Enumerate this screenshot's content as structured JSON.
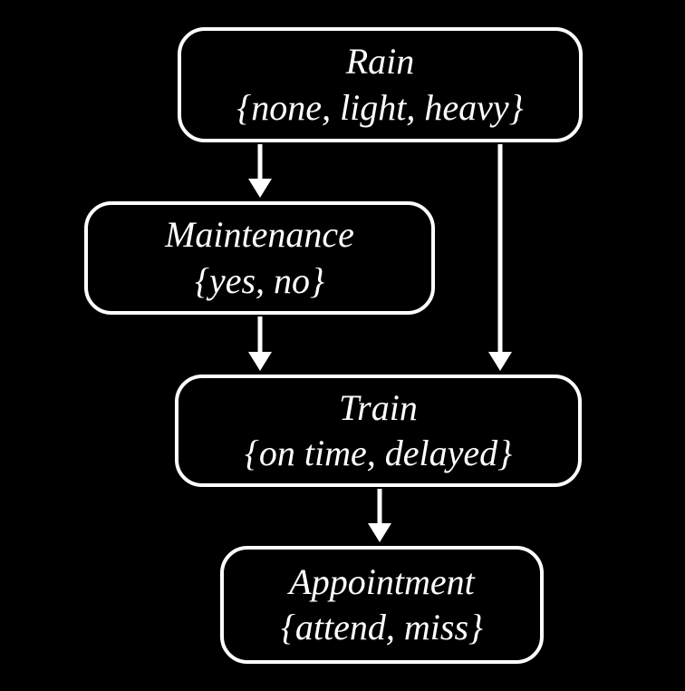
{
  "diagram": {
    "type": "directed-graph",
    "colors": {
      "background": "#000000",
      "node_fill": "#000000",
      "node_border": "#ffffff",
      "text": "#ffffff",
      "arrow": "#ffffff"
    },
    "nodes": [
      {
        "id": "rain",
        "label": "Rain",
        "values": "{none, light, heavy}"
      },
      {
        "id": "maintenance",
        "label": "Maintenance",
        "values": "{yes, no}"
      },
      {
        "id": "train",
        "label": "Train",
        "values": "{on time, delayed}"
      },
      {
        "id": "appointment",
        "label": "Appointment",
        "values": "{attend, miss}"
      }
    ],
    "edges": [
      {
        "from": "rain",
        "to": "maintenance"
      },
      {
        "from": "rain",
        "to": "train"
      },
      {
        "from": "maintenance",
        "to": "train"
      },
      {
        "from": "train",
        "to": "appointment"
      }
    ]
  }
}
